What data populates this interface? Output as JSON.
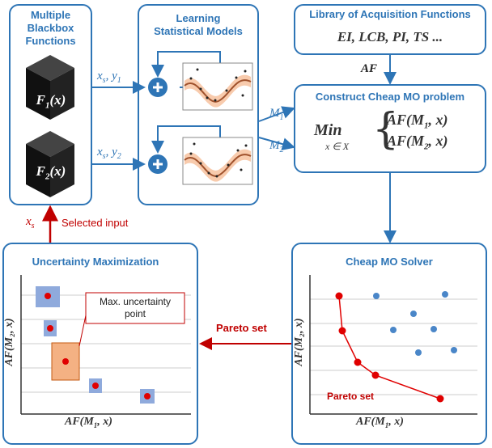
{
  "blackbox": {
    "title_line1": "Multiple",
    "title_line2": "Blackbox",
    "title_line3": "Functions",
    "f1": "F",
    "f1_sub": "1",
    "f1_arg": "(x)",
    "f2": "F",
    "f2_sub": "2",
    "f2_arg": "(x)"
  },
  "models": {
    "title_line1": "Learning",
    "title_line2": "Statistical Models",
    "plus": "+"
  },
  "links": {
    "xs_y1": "x",
    "xs_y1_sub": "s",
    "xs_y1_rest": ", y",
    "xs_y1_sub2": "1",
    "xs_y2": "x",
    "xs_y2_sub": "s",
    "xs_y2_rest": ", y",
    "xs_y2_sub2": "2",
    "m1": "M",
    "m1_sub": "1",
    "m2": "M",
    "m2_sub": "2",
    "af": "AF",
    "xs_left": "x",
    "xs_left_sub": "s",
    "selected_input": "Selected input",
    "pareto_set": "Pareto set"
  },
  "library": {
    "title": "Library of Acquisition Functions",
    "functions": "EI, LCB, PI, TS ..."
  },
  "construct": {
    "title": "Construct Cheap MO problem",
    "min": "Min",
    "constraint": "x ∈ X",
    "obj1": "AF(M",
    "obj1_sub": "1",
    "obj1_end": ", x)",
    "obj2": "AF(M",
    "obj2_sub": "2",
    "obj2_end": ", x)"
  },
  "uncertainty": {
    "title": "Uncertainty Maximization",
    "callout_line1": "Max. uncertainty",
    "callout_line2": "point",
    "xlabel": "AF(M",
    "xlabel_sub": "1",
    "xlabel_end": ", x)",
    "ylabel": "AF(M₂, x)"
  },
  "solver": {
    "title": "Cheap MO Solver",
    "pareto_label": "Pareto set",
    "xlabel": "AF(M",
    "xlabel_sub": "1",
    "xlabel_end": ", x)",
    "ylabel": "AF(M₂, x)"
  },
  "colors": {
    "blue": "#2e75b6",
    "red": "#c00000",
    "dark": "#222222",
    "point_blue": "#4a86c8",
    "highlight": "#f4b183"
  }
}
